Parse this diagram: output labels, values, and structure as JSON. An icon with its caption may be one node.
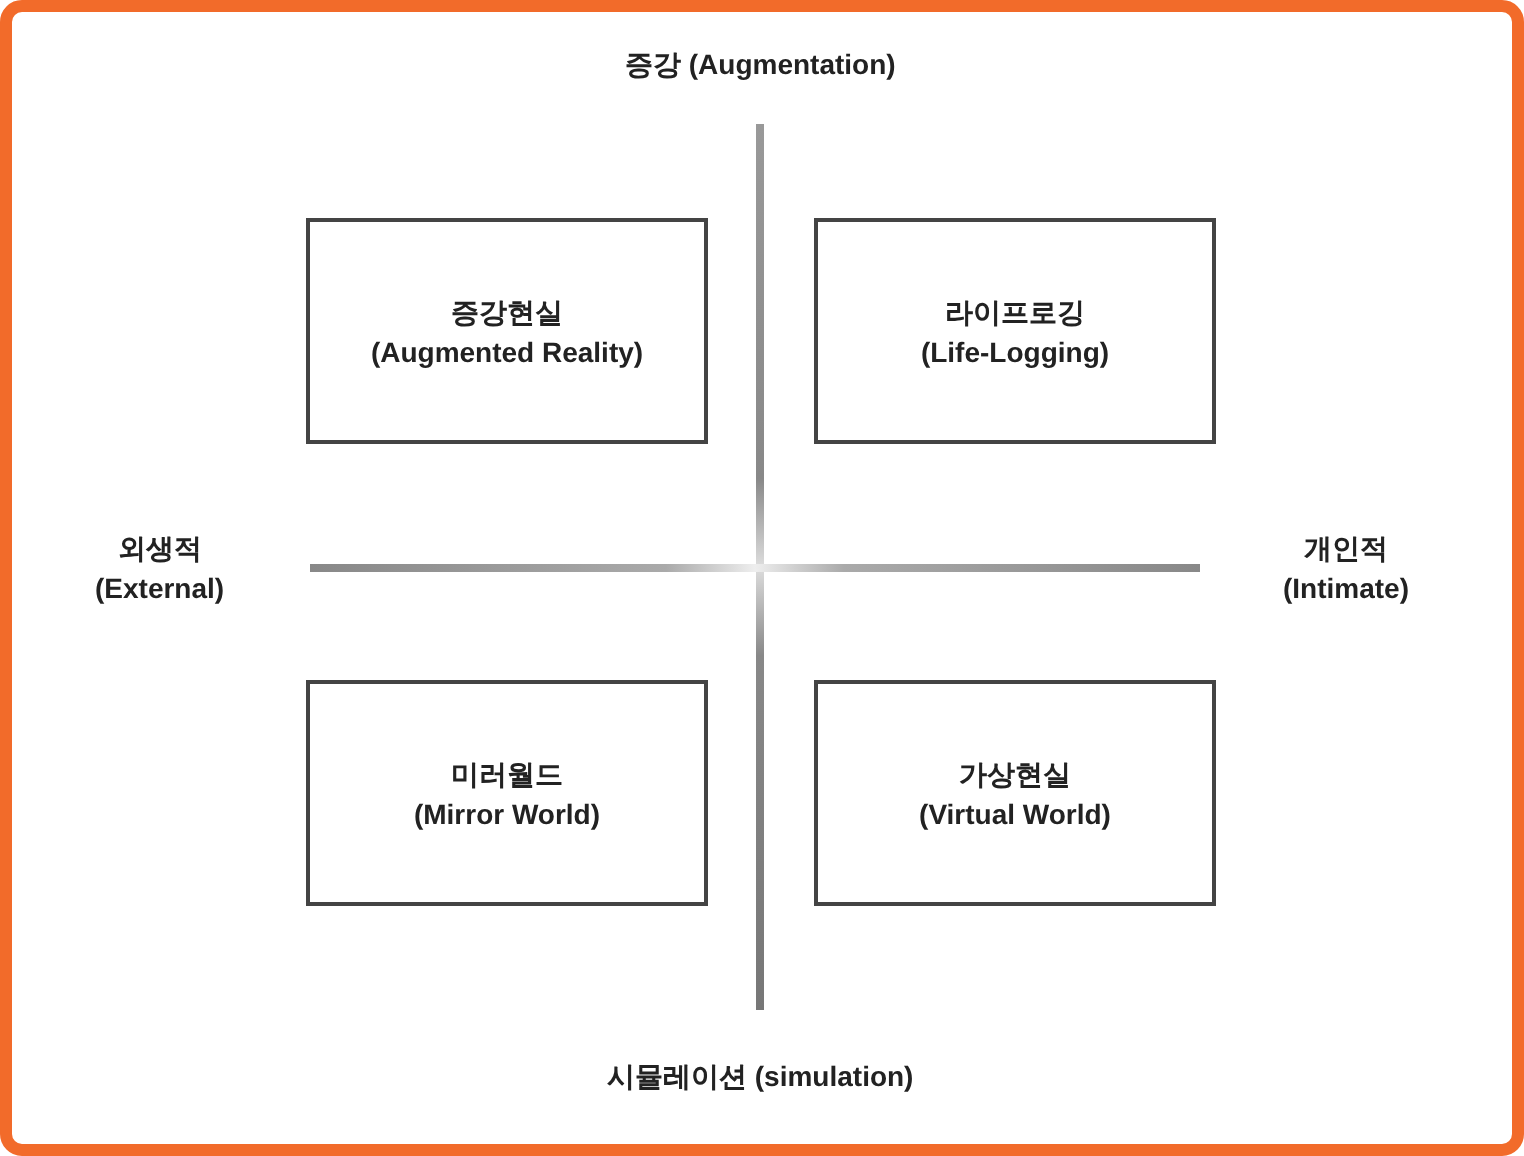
{
  "diagram": {
    "nodes": [
      {
        "text": [
          "증강현실 (Augmented Reality)"
        ]
      },
      {
        "text": [
          "라이프로깅 (Life-Logging)"
        ]
      },
      {
        "text": [
          "미러월드 (Mirror World)"
        ]
      },
      {
        "text": [
          "가상현실 (Virtual World)"
        ]
      }
    ],
    "labels": [
      "증강 (Augmentation)",
      "외생적 (External)",
      "개인적 (Intimate)",
      "시뮬레이션 (simulation)"
    ]
  }
}
